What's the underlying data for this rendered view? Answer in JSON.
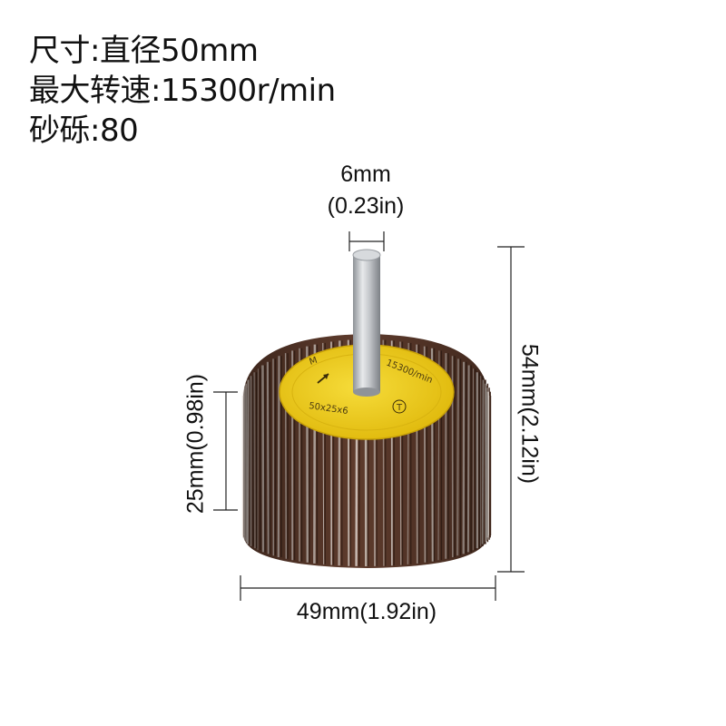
{
  "specs": {
    "size": "尺寸:直径50mm",
    "max_speed": "最大转速:15300r/min",
    "grit": "砂砾:80"
  },
  "dimensions": {
    "shaft_mm": "6mm",
    "shaft_in": "(0.23in)",
    "height": "54mm(2.12in)",
    "face_width": "25mm(0.98in)",
    "diameter": "49mm(1.92in)"
  },
  "wheel_label": {
    "speed_text": "15300/min",
    "size_text": "50x25x6",
    "prefix_text": "M",
    "badge": "T"
  },
  "colors": {
    "flap": "#5e3b2c",
    "flap_edge": "#d9cfc8",
    "hub": "#f1cf17",
    "shaft": "#c9ccd0"
  }
}
